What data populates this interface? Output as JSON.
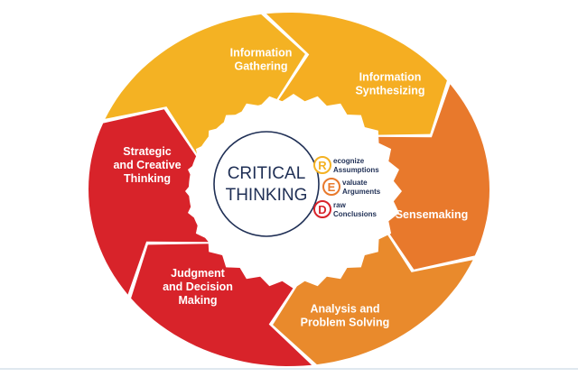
{
  "center": {
    "line1": "CRITICAL",
    "line2": "THINKING"
  },
  "red_model": [
    {
      "letter": "R",
      "label_line1": "ecognize",
      "label_line2": "Assumptions",
      "color": "#f4b223"
    },
    {
      "letter": "E",
      "label_line1": "valuate",
      "label_line2": "Arguments",
      "color": "#e8792c"
    },
    {
      "letter": "D",
      "label_line1": "raw",
      "label_line2": "Conclusions",
      "color": "#d8232a"
    }
  ],
  "cycle": [
    {
      "label_lines": [
        "Information",
        "Gathering"
      ],
      "color": "#f4b223"
    },
    {
      "label_lines": [
        "Information",
        "Synthesizing"
      ],
      "color": "#f5ae22"
    },
    {
      "label_lines": [
        "Sensemaking"
      ],
      "color": "#e8792c"
    },
    {
      "label_lines": [
        "Analysis and",
        "Problem Solving"
      ],
      "color": "#e98a2c"
    },
    {
      "label_lines": [
        "Judgment",
        "and Decision",
        "Making"
      ],
      "color": "#d8232a"
    },
    {
      "label_lines": [
        "Strategic",
        "and Creative",
        "Thinking"
      ],
      "color": "#d8232a"
    }
  ],
  "colors": {
    "center_ring": "#1f2f55",
    "center_text": "#1f2f55",
    "segment_text": "#ffffff"
  }
}
